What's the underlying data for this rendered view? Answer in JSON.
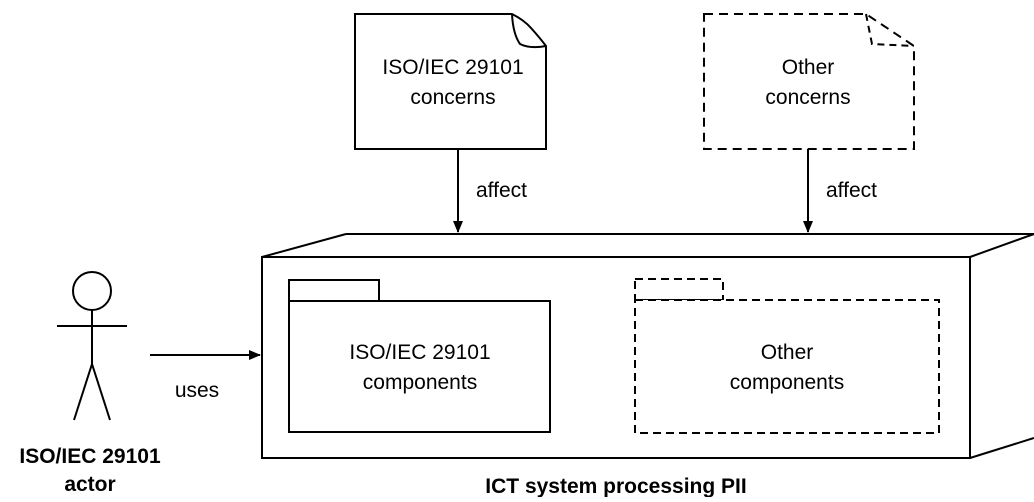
{
  "documents": {
    "iso_concerns": {
      "line1": "ISO/IEC 29101",
      "line2": "concerns"
    },
    "other_concerns": {
      "line1": "Other",
      "line2": "concerns"
    }
  },
  "arrows": {
    "affect_left": "affect",
    "affect_right": "affect",
    "uses": "uses"
  },
  "system": {
    "caption": "ICT system processing PII",
    "iso_components": {
      "line1": "ISO/IEC 29101",
      "line2": "components"
    },
    "other_components": {
      "line1": "Other",
      "line2": "components"
    }
  },
  "actor": {
    "line1": "ISO/IEC 29101",
    "line2": "actor"
  }
}
